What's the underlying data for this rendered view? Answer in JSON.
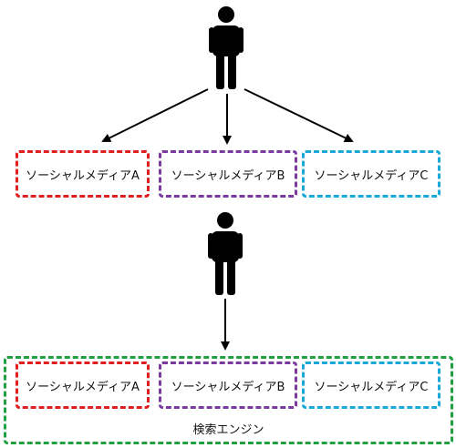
{
  "top_boxes": [
    {
      "label": "ソーシャルメディアA",
      "color": "#e02020"
    },
    {
      "label": "ソーシャルメディアB",
      "color": "#7a3aa0"
    },
    {
      "label": "ソーシャルメディアC",
      "color": "#1aa8d8"
    }
  ],
  "bottom_boxes": [
    {
      "label": "ソーシャルメディアA",
      "color": "#e02020"
    },
    {
      "label": "ソーシャルメディアB",
      "color": "#7a3aa0"
    },
    {
      "label": "ソーシャルメディアC",
      "color": "#1aa8d8"
    }
  ],
  "search_engine": {
    "label": "検索エンジン",
    "color": "#20a040"
  },
  "icons": {
    "person": "person-icon"
  }
}
